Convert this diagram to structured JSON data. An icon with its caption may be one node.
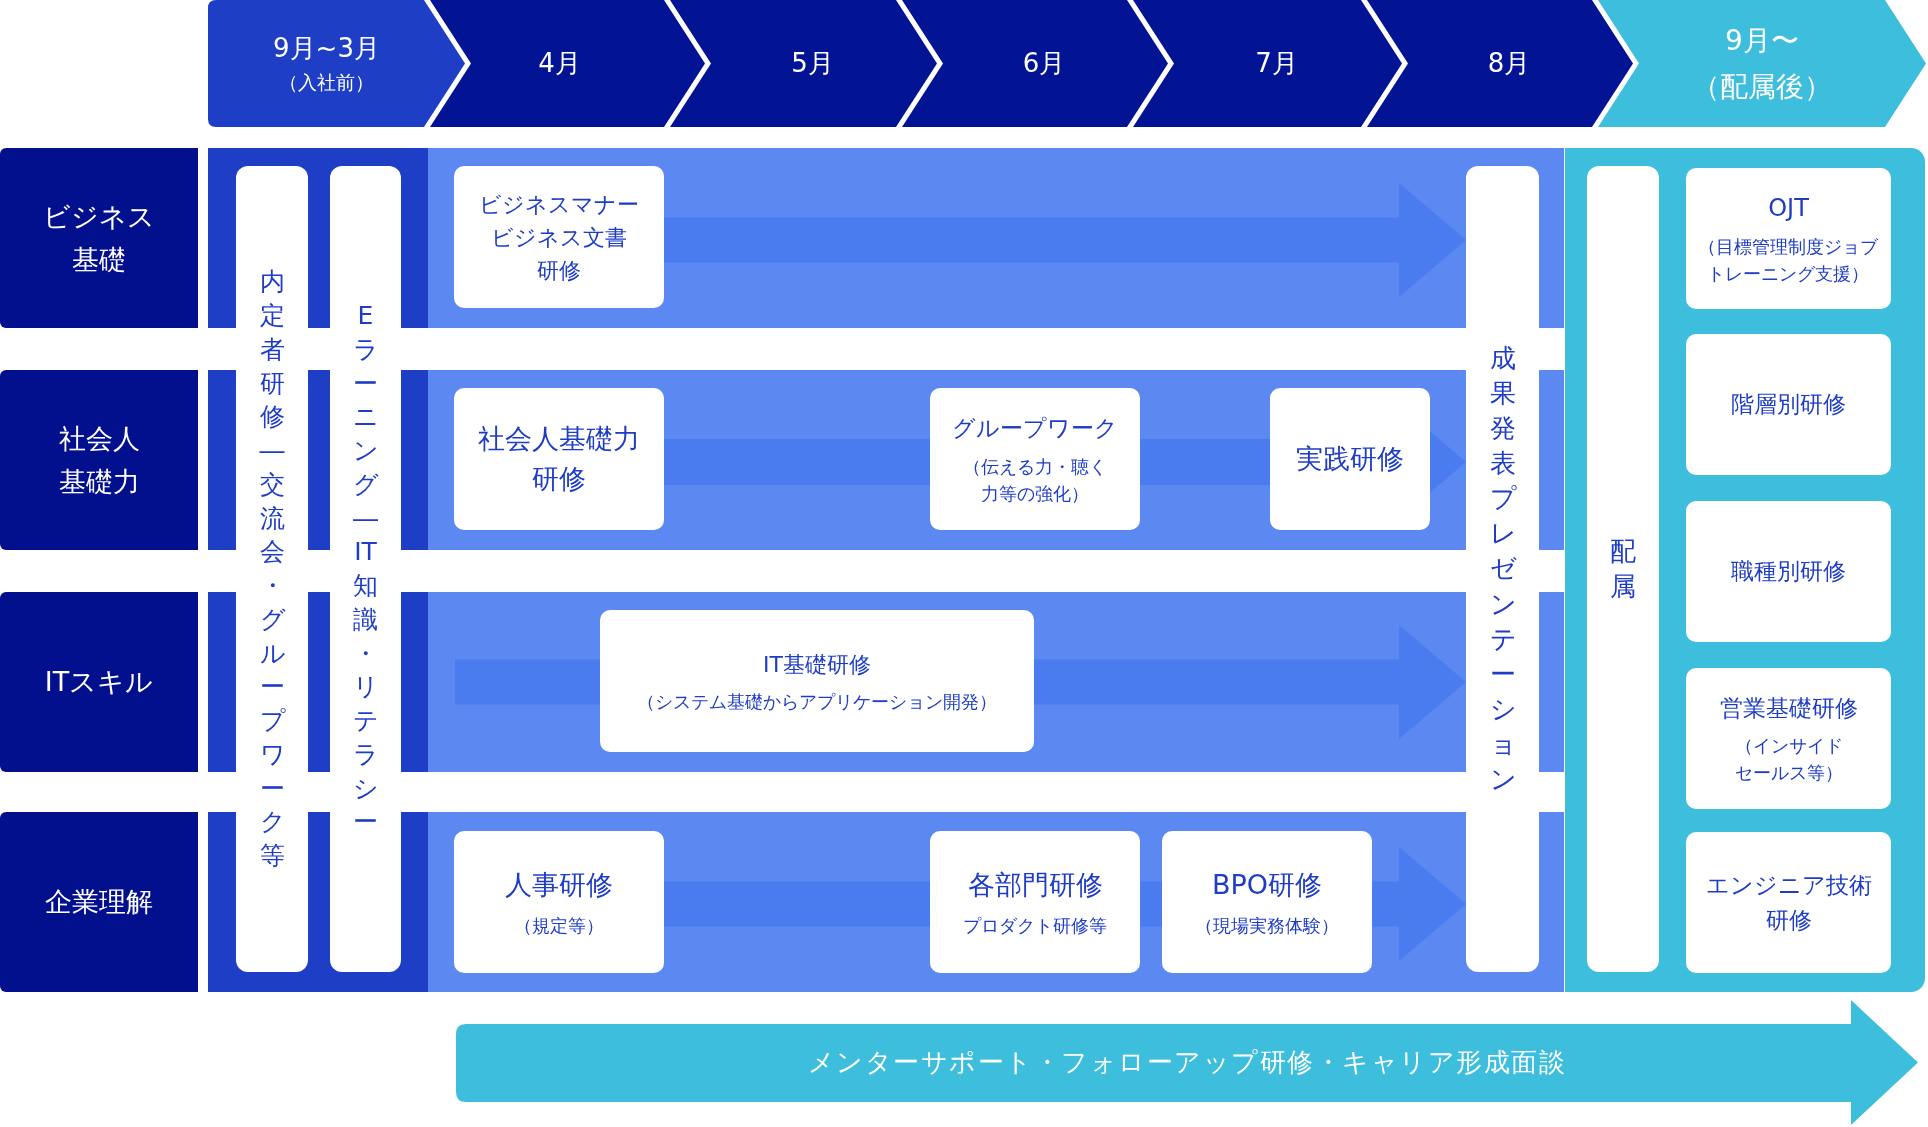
{
  "diagram": {
    "nodes": [
      {
        "text": [
          "9月~3月",
          "（入社前）"
        ]
      },
      {
        "text": [
          "4月"
        ]
      },
      {
        "text": [
          "5月"
        ]
      },
      {
        "text": [
          "6月"
        ]
      },
      {
        "text": [
          "7月"
        ]
      },
      {
        "text": [
          "8月"
        ]
      },
      {
        "text": [
          "9月〜",
          "（配属後）"
        ]
      },
      {
        "text": [
          "ビジネス基礎"
        ]
      },
      {
        "text": [
          "社会人基礎力"
        ]
      },
      {
        "text": [
          "ITスキル"
        ]
      },
      {
        "text": [
          "企業理解"
        ]
      },
      {
        "text": [
          "内定者研修 ― 交流会・グループワーク等"
        ]
      },
      {
        "text": [
          "Eラーニング ― IT知識・リテラシー"
        ]
      },
      {
        "text": [],
        "shape": "band"
      },
      {
        "text": [
          "ビジネスマナー",
          "ビジネス文書研修"
        ],
        "in": 13
      },
      {
        "text": [],
        "shape": "band"
      },
      {
        "text": [
          "社会人基礎力研修"
        ],
        "in": 15
      },
      {
        "text": [
          "グループワーク",
          "（伝える力・聴く力等の強化）"
        ],
        "in": 15
      },
      {
        "text": [
          "実践研修"
        ],
        "in": 15
      },
      {
        "text": [],
        "shape": "band"
      },
      {
        "text": [
          "IT基礎研修",
          "（システム基礎からアプリケーション開発）"
        ],
        "in": 19
      },
      {
        "text": [],
        "shape": "band"
      },
      {
        "text": [
          "人事研修",
          "（規定等）"
        ],
        "in": 21
      },
      {
        "text": [
          "各部門研修",
          "プロダクト研修等"
        ],
        "in": 21
      },
      {
        "text": [
          "BPO研修",
          "（現場実務体験）"
        ],
        "in": 21
      },
      {
        "text": [
          "成果発表プレゼンテーション"
        ]
      },
      {
        "text": [],
        "shape": "box"
      },
      {
        "text": [
          "配属"
        ],
        "in": 26
      },
      {
        "text": [
          "OJT",
          "（目標管理制度ジョブトレーニング支援）"
        ],
        "in": 26
      },
      {
        "text": [
          "階層別研修"
        ],
        "in": 26
      },
      {
        "text": [
          "職種別研修"
        ],
        "in": 26
      },
      {
        "text": [
          "営業基礎研修",
          "（インサイドセールス等）"
        ],
        "in": 26
      },
      {
        "text": [
          "エンジニア技術研修"
        ],
        "in": 26
      },
      {
        "text": [
          "メンターサポート・フォローアップ研修・キャリア形成面談"
        ]
      }
    ],
    "edges": [
      {
        "from": 14,
        "to": 25,
        "arrow": "to"
      },
      {
        "from": 16,
        "to": 17,
        "arrow": "none"
      },
      {
        "from": 17,
        "to": 18,
        "arrow": "none"
      },
      {
        "from": 18,
        "to": 25,
        "arrow": "to"
      },
      {
        "from": null,
        "to": 20,
        "arrow": "none"
      },
      {
        "from": 20,
        "to": 25,
        "arrow": "to"
      },
      {
        "from": 22,
        "to": 23,
        "arrow": "none"
      },
      {
        "from": 23,
        "to": 24,
        "arrow": "none"
      },
      {
        "from": 24,
        "to": 25,
        "arrow": "to"
      }
    ]
  }
}
